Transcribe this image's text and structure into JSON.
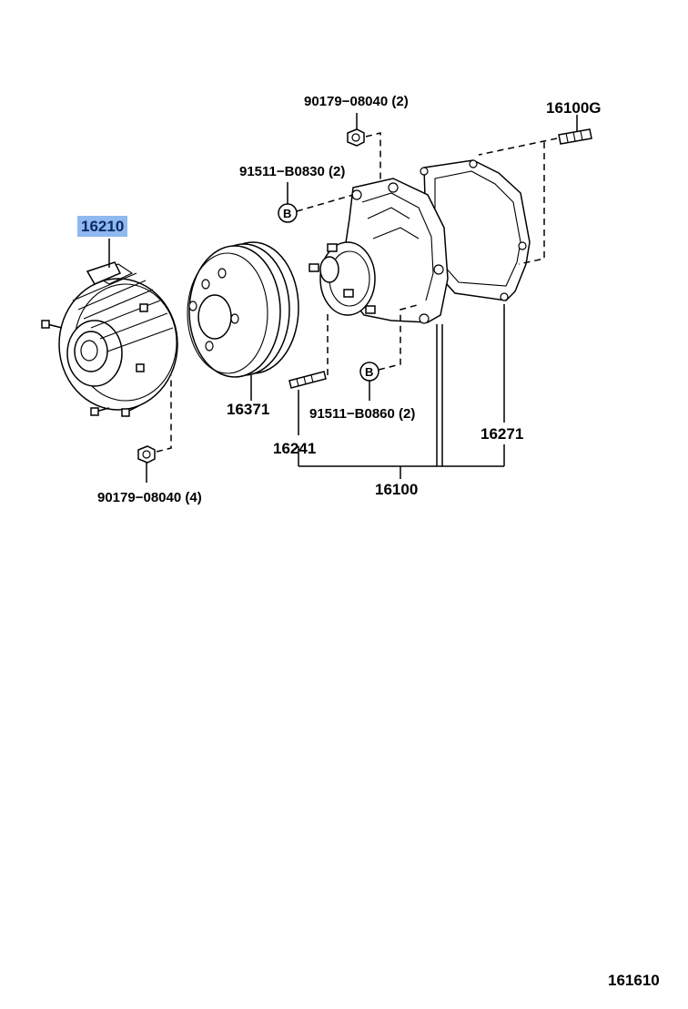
{
  "labels": {
    "p_90179_top": "90179−08040 (2)",
    "p_16100G": "16100G",
    "p_91511_B0830": "91511−B0830 (2)",
    "p_16210": "16210",
    "p_16371": "16371",
    "p_91511_B0860": "91511−B0860 (2)",
    "p_16241": "16241",
    "p_16271": "16271",
    "p_16100": "16100",
    "p_90179_bottom": "90179−08040 (4)",
    "figure_number": "161610"
  },
  "callouts": {
    "bolt_b_upper": "B",
    "bolt_b_lower": "B"
  },
  "colors": {
    "highlight_bg": "#8fb9ef",
    "highlight_text": "#0b2a66",
    "line": "#000000"
  }
}
